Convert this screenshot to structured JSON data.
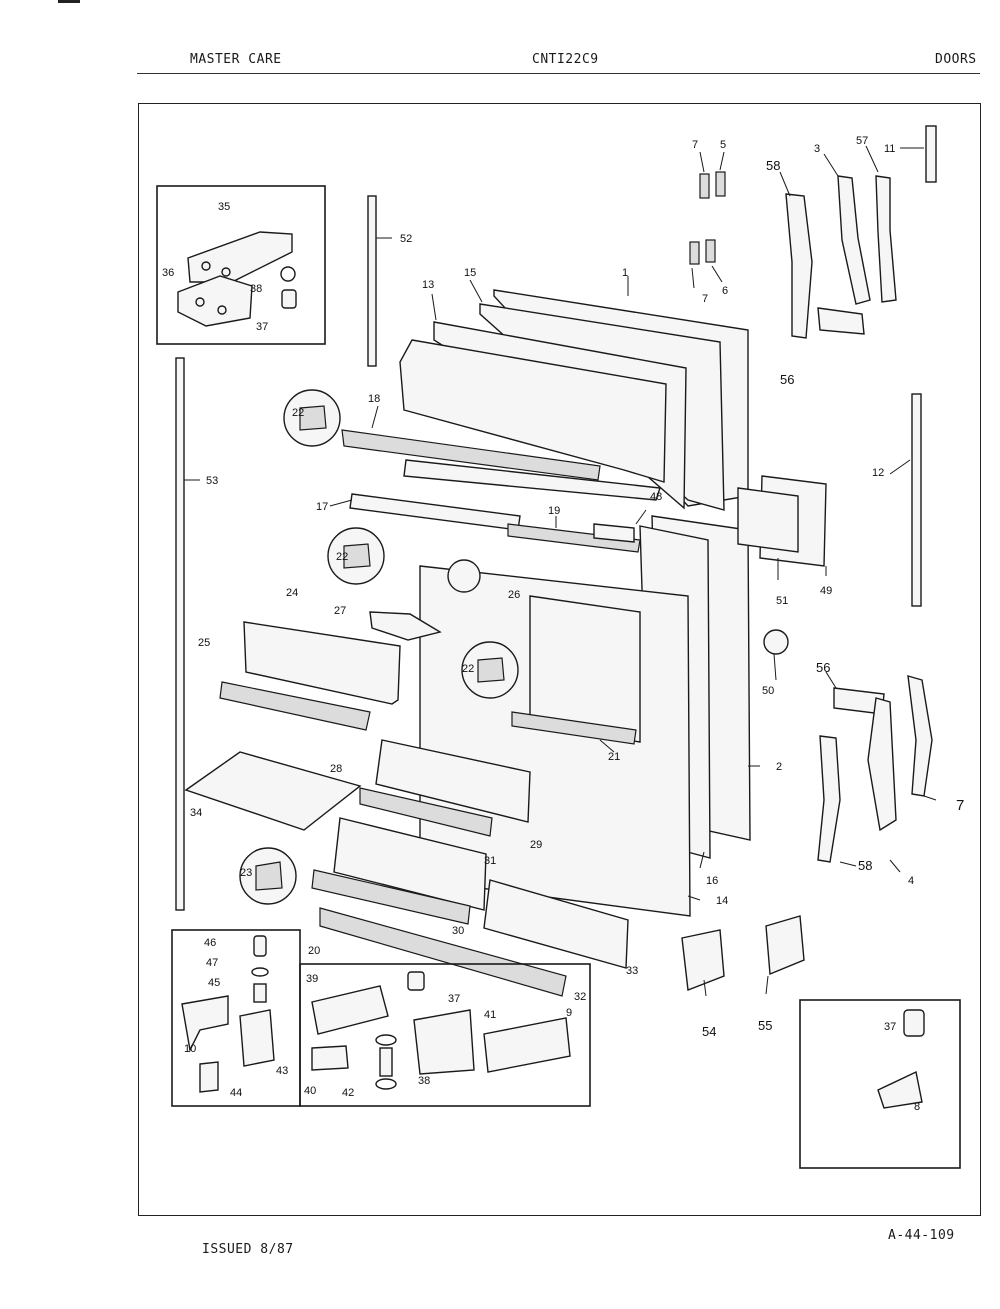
{
  "header": {
    "left": "MASTER CARE",
    "center": "CNTI22C9",
    "right": "DOORS"
  },
  "footer": {
    "issued": "ISSUED 8/87",
    "page_code": "A-44-109"
  },
  "callouts": {
    "c1": "1",
    "c2": "2",
    "c3": "3",
    "c4": "4",
    "c5": "5",
    "c6": "6",
    "c7a": "7",
    "c7b": "7",
    "c7c": "7",
    "c8": "8",
    "c9": "9",
    "c10": "10",
    "c11": "11",
    "c12": "12",
    "c13": "13",
    "c14": "14",
    "c15": "15",
    "c16": "16",
    "c17": "17",
    "c18": "18",
    "c19": "19",
    "c20": "20",
    "c21": "21",
    "c22a": "22",
    "c22b": "22",
    "c22c": "22",
    "c23": "23",
    "c24": "24",
    "c25": "25",
    "c26": "26",
    "c27": "27",
    "c28": "28",
    "c29": "29",
    "c30": "30",
    "c31": "31",
    "c32": "32",
    "c33": "33",
    "c34": "34",
    "c35": "35",
    "c36": "36",
    "c37a": "37",
    "c37b": "37",
    "c37c": "37",
    "c38a": "38",
    "c38b": "38",
    "c39": "39",
    "c40": "40",
    "c41": "41",
    "c42": "42",
    "c43": "43",
    "c44": "44",
    "c45": "45",
    "c46": "46",
    "c47": "47",
    "c48": "48",
    "c49": "49",
    "c50": "50",
    "c51": "51",
    "c52": "52",
    "c53": "53",
    "c54": "54",
    "c55": "55",
    "c56a": "56",
    "c56b": "56",
    "c57": "57",
    "c58a": "58",
    "c58b": "58"
  }
}
